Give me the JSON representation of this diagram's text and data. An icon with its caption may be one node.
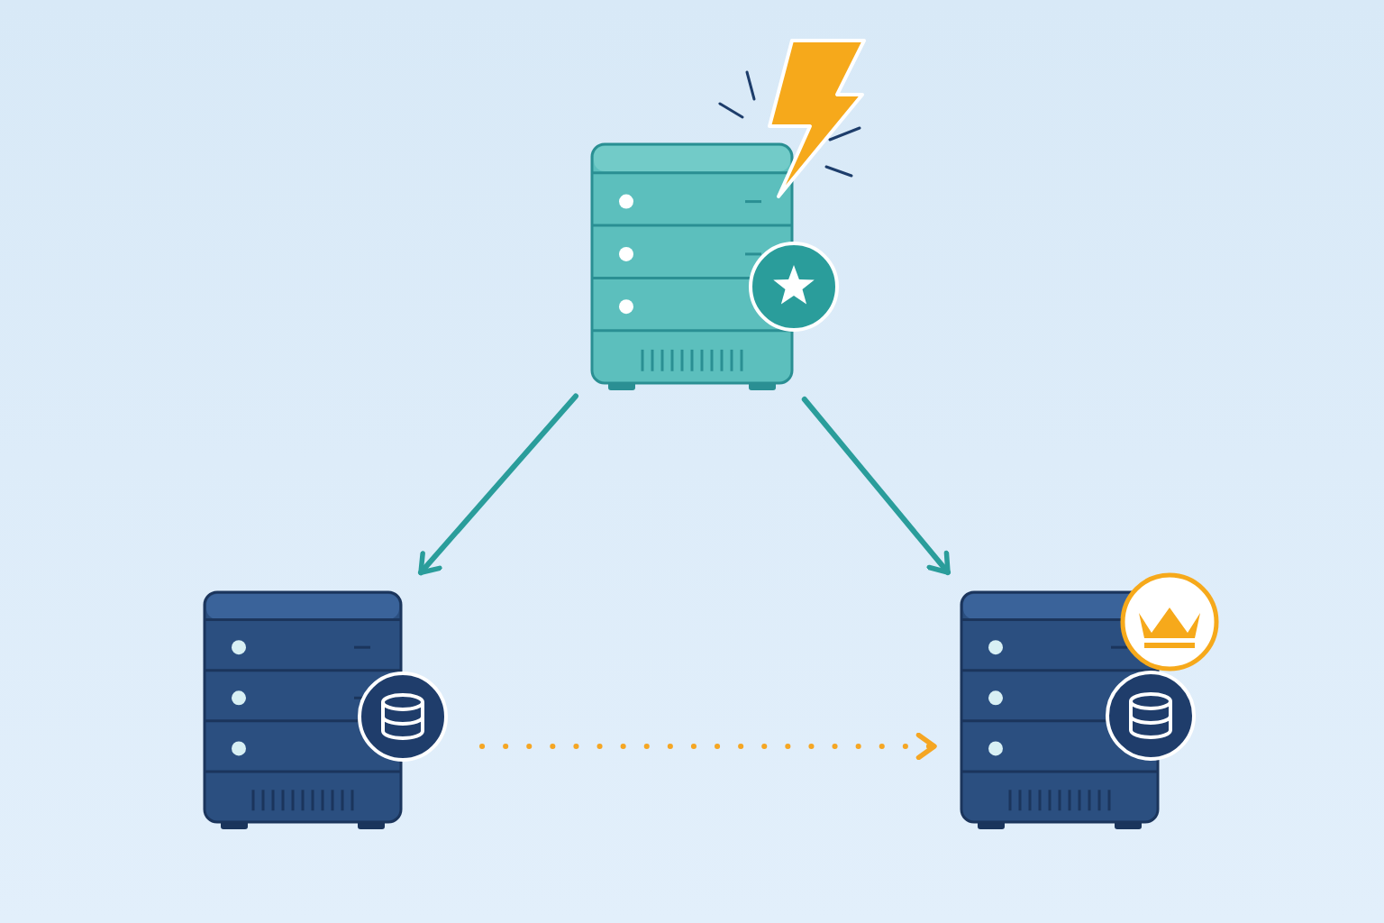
{
  "diagram": {
    "nodes": [
      {
        "text": [],
        "shape": "picture"
      },
      {
        "text": [],
        "shape": "picture"
      },
      {
        "text": [],
        "shape": "picture"
      }
    ],
    "edges": [
      {
        "from": 0,
        "to": 1,
        "arrow": "to"
      },
      {
        "from": 0,
        "to": 2,
        "arrow": "to"
      },
      {
        "from": 1,
        "to": 2,
        "arrow": "to",
        "style": "dashed",
        "color": "#f5a623"
      }
    ]
  }
}
